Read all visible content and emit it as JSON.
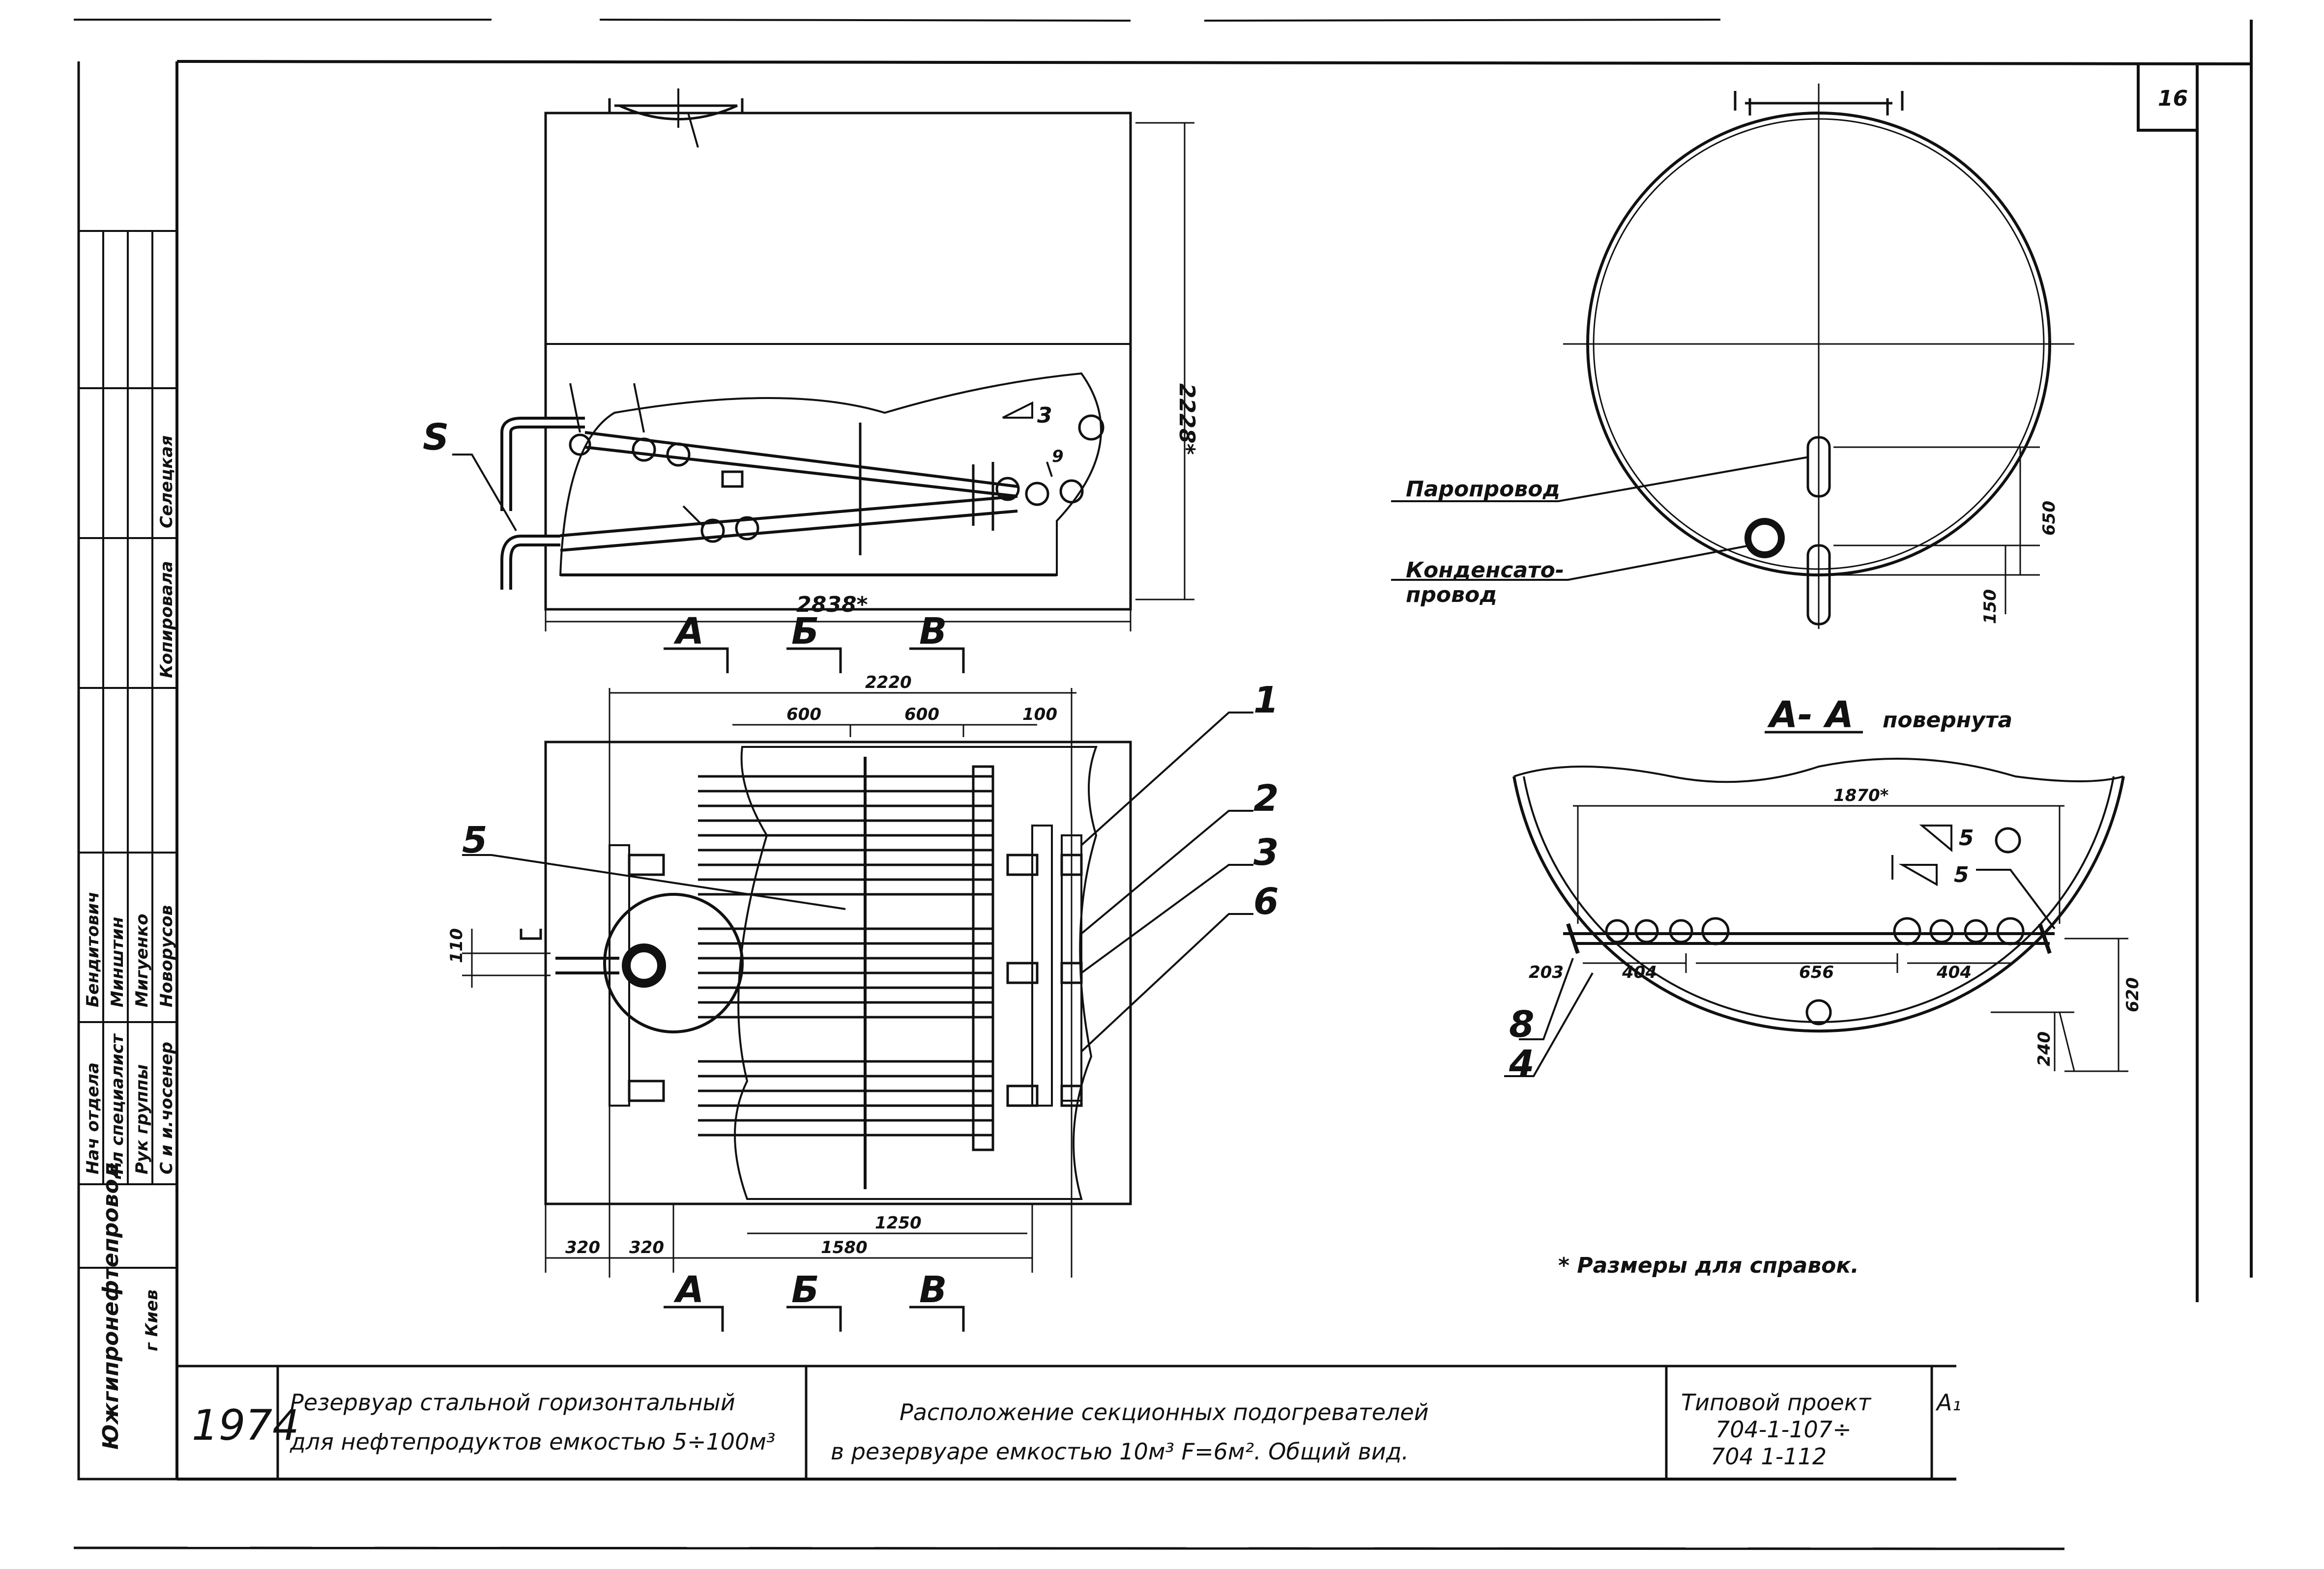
{
  "sheet_number": "16",
  "side_org": "Южгипронефтепровод",
  "side_city": "г Киев",
  "approvals": [
    {
      "role": "Нач отдела",
      "name": "Бендитович"
    },
    {
      "role": "Гл специалист",
      "name": "Минштин"
    },
    {
      "role": "Рук группы",
      "name": "Мигуенко"
    },
    {
      "role": "С и и.чосенер",
      "name": "Новорусов"
    }
  ],
  "strip_labels": [
    "Копировала",
    "Селецкая"
  ],
  "views": {
    "front": {
      "dim_length": "2838*",
      "dim_height": "2228*",
      "callout_9": "9",
      "callout_S": "S",
      "weld": "3"
    },
    "plan": {
      "dim_top": "2220",
      "dim_600a": "600",
      "dim_600b": "600",
      "dim_100": "100",
      "dim_1250": "1250",
      "dim_1580": "1580",
      "dim_320a": "320",
      "dim_320b": "320",
      "dim_110": "110",
      "callouts": [
        "1",
        "2",
        "3",
        "6",
        "5"
      ],
      "sections_top": [
        "А",
        "Б",
        "В"
      ],
      "sections_bottom": [
        "А",
        "Б",
        "В"
      ]
    },
    "circle": {
      "steam_label": "Паропровод",
      "condensate_label_1": "Конденсато-",
      "condensate_label_2": "провод",
      "dim_650": "650",
      "dim_150": "150"
    },
    "section": {
      "title": "А- А",
      "subtitle": "повернута",
      "dim_1870": "1870*",
      "weld_a": "5",
      "weld_b": "5",
      "dim_203": "203",
      "dim_404a": "404",
      "dim_656": "656",
      "dim_404b": "404",
      "dim_620": "620",
      "dim_240": "240",
      "callout_8": "8",
      "callout_4": "4"
    }
  },
  "footnote": "* Размеры для справок.",
  "title_block": {
    "year": "1974",
    "project_line1": "Резервуар стальной горизонтальный",
    "project_line2": "для нефтепродуктов емкостью 5÷100м³",
    "sheet_line1": "Расположение секционных подогревателей",
    "sheet_line2": "в резервуаре емкостью 10м³ F=6м². Общий вид.",
    "type_line1": "Типовой проект",
    "type_line2": "704-1-107÷",
    "type_line3": "704 1-112",
    "format": "А₁"
  }
}
